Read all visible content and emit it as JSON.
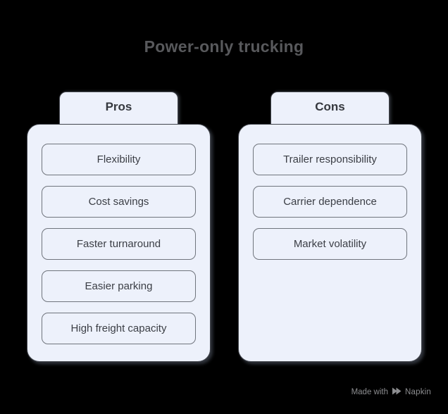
{
  "title": "Power-only trucking",
  "columns": [
    {
      "label": "Pros",
      "items": [
        "Flexibility",
        "Cost savings",
        "Faster turnaround",
        "Easier parking",
        "High freight capacity"
      ]
    },
    {
      "label": "Cons",
      "items": [
        "Trailer responsibility",
        "Carrier dependence",
        "Market volatility"
      ]
    }
  ],
  "watermark": {
    "prefix": "Made with",
    "brand": "Napkin"
  },
  "colors": {
    "background": "#000000",
    "panel_fill": "#edf1fb",
    "panel_border": "#44474e",
    "item_border": "#70757d",
    "title_text": "#58595c",
    "tab_text": "#35383e",
    "item_text": "#3b3e45",
    "watermark_text": "#8c8d90"
  }
}
